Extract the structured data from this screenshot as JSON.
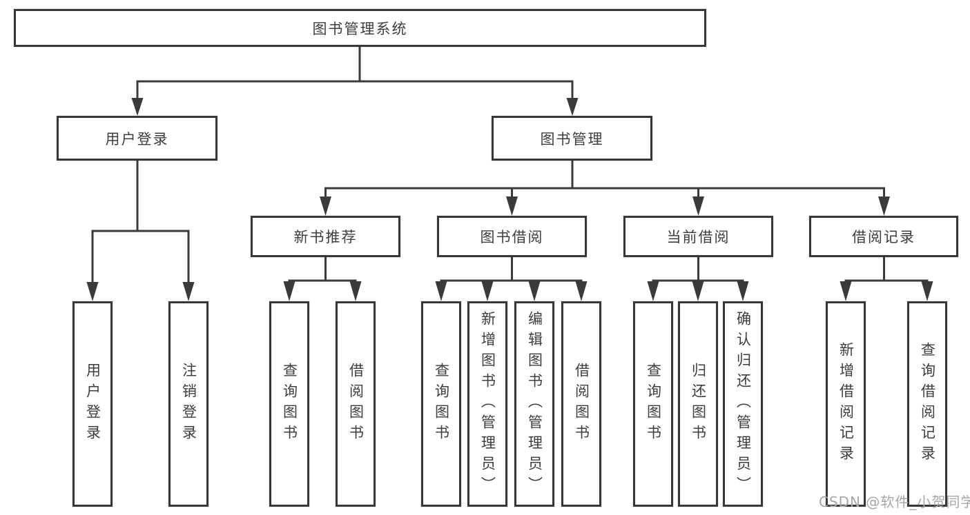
{
  "nodes": {
    "root": {
      "label": "图书管理系统"
    },
    "user_login": {
      "label": "用户登录"
    },
    "book_mgmt": {
      "label": "图书管理"
    },
    "new_book_rec": {
      "label": "新书推荐"
    },
    "book_borrow": {
      "label": "图书借阅"
    },
    "current_borrow": {
      "label": "当前借阅"
    },
    "borrow_record": {
      "label": "借阅记录"
    },
    "leaf_user_login": {
      "label": "用户登录"
    },
    "leaf_logout": {
      "label": "注销登录"
    },
    "rec_query_book": {
      "label": "查询图书"
    },
    "rec_borrow_book": {
      "label": "借阅图书"
    },
    "bb_query_book": {
      "label": "查询图书"
    },
    "bb_add_book": {
      "label": "新增图书（管理员）"
    },
    "bb_edit_book": {
      "label": "编辑图书（管理员）"
    },
    "bb_borrow_book": {
      "label": "借阅图书"
    },
    "cb_query_book": {
      "label": "查询图书"
    },
    "cb_return_book": {
      "label": "归还图书"
    },
    "cb_confirm_return": {
      "label": "确认归还（管理员）"
    },
    "br_add_record": {
      "label": "新增借阅记录"
    },
    "br_query_record": {
      "label": "查询借阅记录"
    }
  },
  "hierarchy": {
    "root": [
      "user_login",
      "book_mgmt"
    ],
    "user_login": [
      "leaf_user_login",
      "leaf_logout"
    ],
    "book_mgmt": [
      "new_book_rec",
      "book_borrow",
      "current_borrow",
      "borrow_record"
    ],
    "new_book_rec": [
      "rec_query_book",
      "rec_borrow_book"
    ],
    "book_borrow": [
      "bb_query_book",
      "bb_add_book",
      "bb_edit_book",
      "bb_borrow_book"
    ],
    "current_borrow": [
      "cb_query_book",
      "cb_return_book",
      "cb_confirm_return"
    ],
    "borrow_record": [
      "br_add_record",
      "br_query_record"
    ]
  },
  "watermark": {
    "text": "CSDN @软件_小贺同学"
  },
  "colors": {
    "line": "#3a3a3a",
    "border": "#373737",
    "text": "#3d3d3d",
    "watermark": "#a6a6a6",
    "background": "#ffffff"
  }
}
